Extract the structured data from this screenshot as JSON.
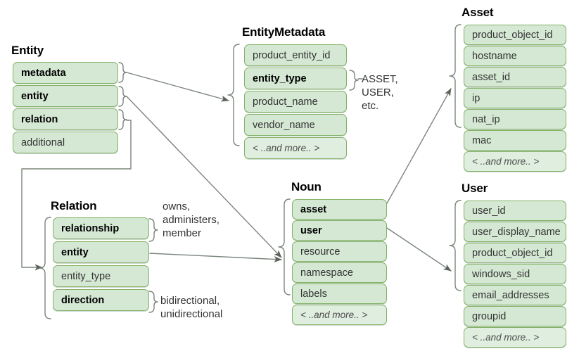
{
  "diagram": {
    "title_entity": "Entity",
    "title_entity_metadata": "EntityMetadata",
    "title_asset": "Asset",
    "title_relation": "Relation",
    "title_noun": "Noun",
    "title_user": "User",
    "more_label": "< ..and more.. >"
  },
  "entity": {
    "label": "Entity",
    "fields": [
      {
        "name": "metadata",
        "bold": true
      },
      {
        "name": "entity",
        "bold": true
      },
      {
        "name": "relation",
        "bold": true
      },
      {
        "name": "additional",
        "bold": false
      }
    ]
  },
  "entity_metadata": {
    "label": "EntityMetadata",
    "fields": [
      {
        "name": "product_entity_id",
        "bold": false
      },
      {
        "name": "entity_type",
        "bold": true
      },
      {
        "name": "product_name",
        "bold": false
      },
      {
        "name": "vendor_name",
        "bold": false
      },
      {
        "name": "< ..and more.. >",
        "bold": false,
        "more": true
      }
    ]
  },
  "asset": {
    "label": "Asset",
    "fields": [
      {
        "name": "product_object_id",
        "bold": false
      },
      {
        "name": "hostname",
        "bold": false
      },
      {
        "name": "asset_id",
        "bold": false
      },
      {
        "name": "ip",
        "bold": false
      },
      {
        "name": "nat_ip",
        "bold": false
      },
      {
        "name": "mac",
        "bold": false
      },
      {
        "name": "< ..and more.. >",
        "bold": false,
        "more": true
      }
    ]
  },
  "relation": {
    "label": "Relation",
    "fields": [
      {
        "name": "relationship",
        "bold": true
      },
      {
        "name": "entity",
        "bold": true
      },
      {
        "name": "entity_type",
        "bold": false
      },
      {
        "name": "direction",
        "bold": true
      }
    ]
  },
  "noun": {
    "label": "Noun",
    "fields": [
      {
        "name": "asset",
        "bold": true
      },
      {
        "name": "user",
        "bold": true
      },
      {
        "name": "resource",
        "bold": false
      },
      {
        "name": "namespace",
        "bold": false
      },
      {
        "name": "labels",
        "bold": false
      },
      {
        "name": "< ..and more.. >",
        "bold": false,
        "more": true
      }
    ]
  },
  "user": {
    "label": "User",
    "fields": [
      {
        "name": "user_id",
        "bold": false
      },
      {
        "name": "user_display_name",
        "bold": false
      },
      {
        "name": "product_object_id",
        "bold": false
      },
      {
        "name": "windows_sid",
        "bold": false
      },
      {
        "name": "email_addresses",
        "bold": false
      },
      {
        "name": "groupid",
        "bold": false
      },
      {
        "name": "< ..and more.. >",
        "bold": false,
        "more": true
      }
    ]
  },
  "annotations": {
    "entity_type_values": [
      "ASSET,",
      "USER,",
      "etc."
    ],
    "relationship_values": [
      "owns,",
      "administers,",
      "member"
    ],
    "direction_values": [
      "bidirectional,",
      "unidirectional"
    ]
  },
  "colors": {
    "row_fill": "#d5e8d4",
    "row_border": "#82b366",
    "wire": "#6e7b6e",
    "text": "#333333",
    "background": "#ffffff"
  }
}
